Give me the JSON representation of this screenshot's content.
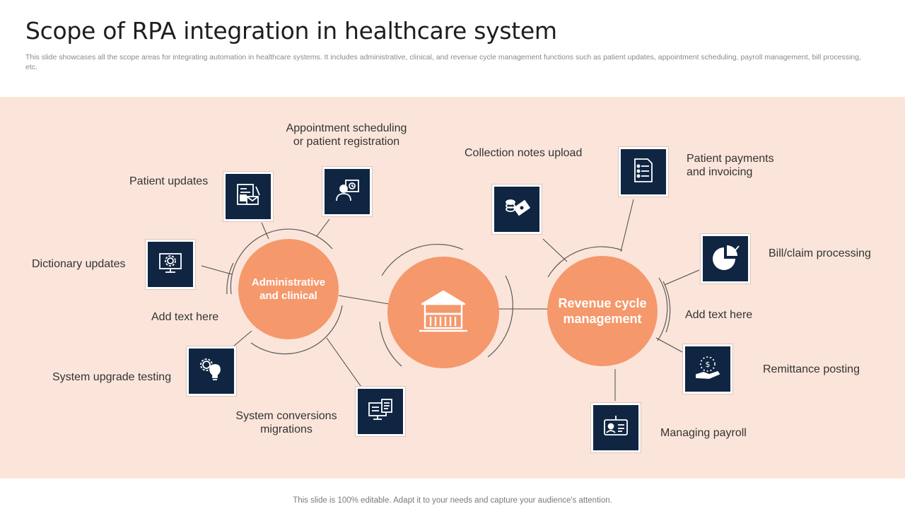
{
  "title": "Scope of RPA integration in healthcare system",
  "subtitle": "This slide showcases all the scope areas for integrating automation in healthcare systems. It includes administrative, clinical, and revenue cycle  management functions such as patient updates, appointment scheduling, payroll management, bill processing, etc.",
  "hubs": {
    "admin": "Administrative and clinical",
    "center_icon": "hospital-building-icon",
    "revenue": "Revenue cycle management"
  },
  "admin_items": {
    "appointment": "Appointment scheduling or patient registration",
    "patient_updates": "Patient updates",
    "dictionary": "Dictionary updates",
    "add_text": "Add text here",
    "upgrade": "System upgrade testing",
    "conversions": "System conversions migrations"
  },
  "revenue_items": {
    "collection": "Collection notes upload",
    "payments": "Patient payments and invoicing",
    "bill": "Bill/claim processing",
    "add_text": "Add text here",
    "remittance": "Remittance posting",
    "payroll": "Managing payroll"
  },
  "icons": {
    "patient_updates": "document-mail-icon",
    "appointment": "user-calendar-icon",
    "dictionary": "monitor-settings-icon",
    "upgrade": "gear-bulb-icon",
    "conversions": "monitor-documents-icon",
    "collection": "coins-cash-icon",
    "payments": "invoice-list-icon",
    "bill": "pie-chart-growth-icon",
    "remittance": "hand-money-icon",
    "payroll": "id-card-icon"
  },
  "colors": {
    "band": "#fbe5da",
    "hub": "#f5986c",
    "icon_box": "#0f2542"
  },
  "footer": "This slide is 100% editable. Adapt it to your needs and capture your audience's attention."
}
